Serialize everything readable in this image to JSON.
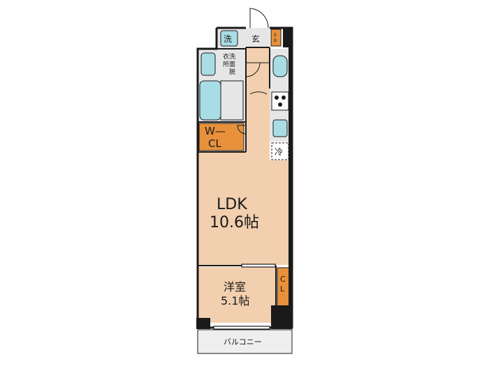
{
  "floorplan": {
    "rooms": {
      "ldk": {
        "name": "LDK",
        "size": "10.6帖"
      },
      "western_room": {
        "name": "洋室",
        "size": "5.1帖"
      },
      "walk_in_closet": {
        "line1": "W—",
        "line2": "CL"
      },
      "closet": {
        "line1": "C",
        "line2": "L"
      },
      "washroom": {
        "line1": "衣洗",
        "line2": "所面",
        "line3": "脱"
      },
      "balcony": {
        "name": "バルコニー"
      },
      "entrance": {
        "name": "玄"
      },
      "shoe_box": {
        "name": "S",
        "name2": "B"
      }
    },
    "fixtures": {
      "washing_machine": "洗",
      "refrigerator": "冷"
    }
  },
  "colors": {
    "floor": "#f2cfae",
    "closet": "#e8913c",
    "wet_area": "#e6e6e6",
    "fixture_blue": "#a9dde6",
    "wall": "#1a1a1a",
    "balcony": "#eeeeee"
  }
}
